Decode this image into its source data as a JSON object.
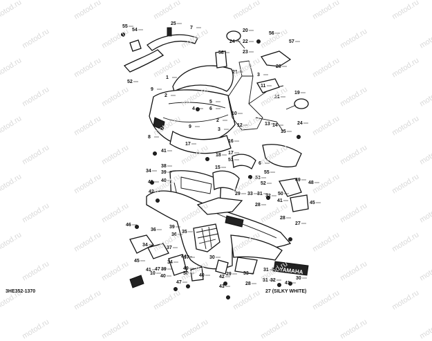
{
  "watermark": "motod.ru",
  "drawing_number": "3HE352-1370",
  "color_note": "27 (SILKY WHITE)",
  "callouts": [
    "1",
    "2",
    "3",
    "4",
    "5",
    "6",
    "7",
    "8",
    "9",
    "10",
    "11",
    "12",
    "13",
    "14",
    "15",
    "16",
    "17",
    "18",
    "19",
    "20",
    "21",
    "22",
    "23",
    "24",
    "25",
    "26",
    "27",
    "28",
    "29",
    "30",
    "31",
    "32",
    "33",
    "34",
    "35",
    "36",
    "37",
    "38",
    "39",
    "40",
    "41",
    "42",
    "43",
    "44",
    "45",
    "46",
    "47",
    "48",
    "49",
    "50",
    "51",
    "52",
    "53",
    "54",
    "55",
    "56",
    "57",
    "58"
  ]
}
